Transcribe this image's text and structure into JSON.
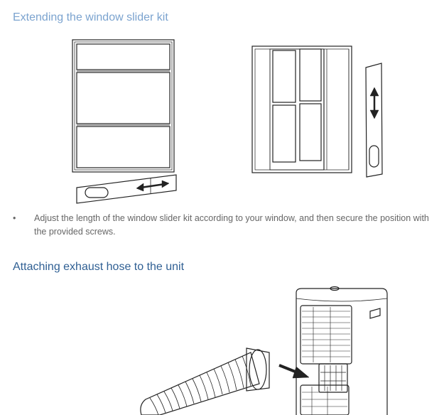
{
  "section1": {
    "title": "Extending the window slider kit",
    "bullet_marker": "•",
    "instruction": "Adjust the length of the window slider kit according to your window, and then secure the position with the provided screws."
  },
  "section2": {
    "title": "Attaching exhaust hose to the unit"
  },
  "colors": {
    "heading_light": "#7ba3cf",
    "heading_dark": "#2f5f93",
    "body_text": "#666666",
    "line_art": "#222222"
  }
}
